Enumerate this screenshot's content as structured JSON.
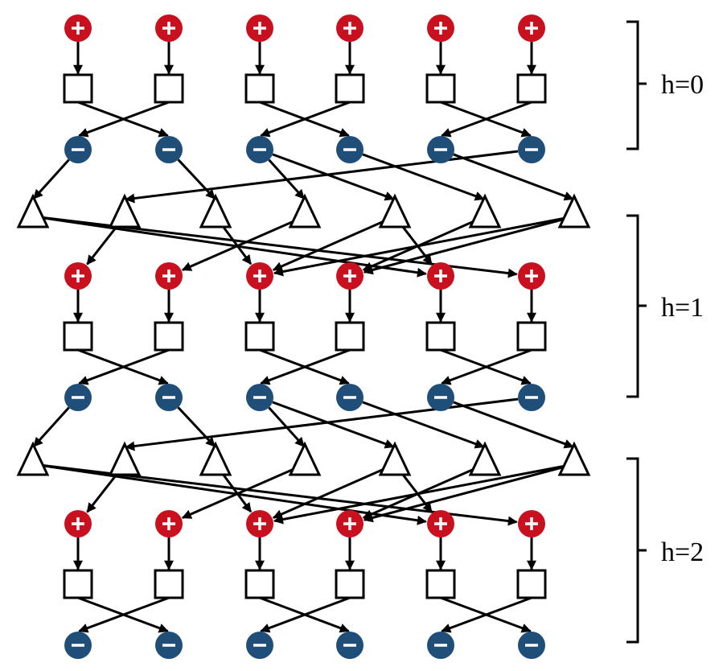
{
  "diagram": {
    "colors": {
      "plus": "#c8101e",
      "minus": "#1f4e79",
      "edge": "#000000"
    },
    "icons": {
      "plus": "plus-node-icon",
      "minus": "minus-node-icon",
      "square": "square-node-icon",
      "triangle": "triangle-node-icon"
    },
    "columns_per_row": 6,
    "triangles_per_row": 7,
    "levels": [
      {
        "label": "h=0"
      },
      {
        "label": "h=1"
      },
      {
        "label": "h=2"
      }
    ],
    "square_to_minus": [
      [
        0,
        1
      ],
      [
        1,
        0
      ],
      [
        2,
        3
      ],
      [
        3,
        2
      ],
      [
        4,
        5
      ],
      [
        5,
        4
      ]
    ],
    "minus_to_triangle": [
      [
        0,
        0
      ],
      [
        1,
        2
      ],
      [
        2,
        3
      ],
      [
        2,
        4
      ],
      [
        3,
        5
      ],
      [
        4,
        6
      ],
      [
        5,
        1
      ]
    ],
    "triangle_to_plus": [
      [
        0,
        4
      ],
      [
        0,
        5
      ],
      [
        1,
        0
      ],
      [
        2,
        2
      ],
      [
        3,
        1
      ],
      [
        4,
        2
      ],
      [
        4,
        4
      ],
      [
        5,
        3
      ],
      [
        6,
        2
      ],
      [
        6,
        3
      ]
    ]
  }
}
